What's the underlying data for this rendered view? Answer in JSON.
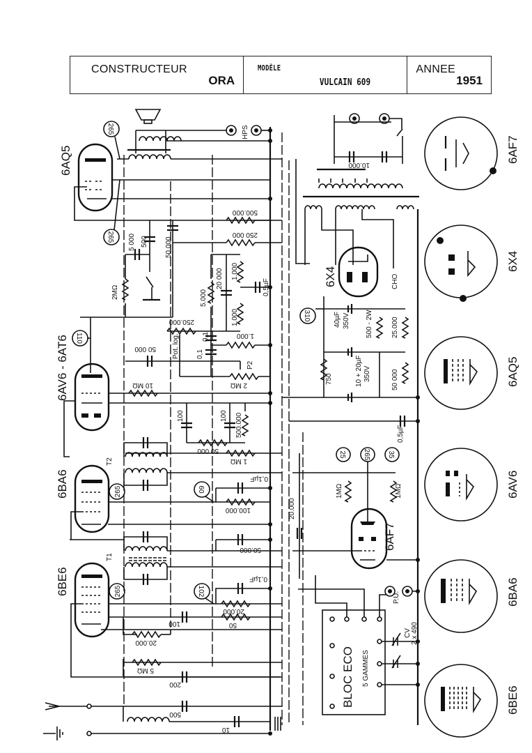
{
  "header": {
    "constructeur_label": "CONSTRUCTEUR",
    "constructeur_value": "ORA",
    "modele_label": "MODÈLE",
    "modele_value": "VULCAIN 609",
    "annee_label": "ANNEE",
    "annee_value": "1951"
  },
  "tubes": {
    "t1": "6AQ5",
    "t2": "6AV6 - 6AT6",
    "t3": "6BA6",
    "t4": "6BE6",
    "t5": "6X4",
    "t6": "6AF7"
  },
  "voltages": {
    "v265a": "265",
    "v265b": "265",
    "v110": "110",
    "v265c": "265",
    "v60": "60",
    "v265d": "265",
    "v102": "102",
    "v310": "310",
    "v25": "25",
    "v265e": "265",
    "v35": "35"
  },
  "components": {
    "r500k": "500.000",
    "r250k": "250 000",
    "c50k": "50.000",
    "c5000": "5 000",
    "c500": "500",
    "r2M": "2MΩ",
    "r5000": "5.000",
    "c20000": "20 000",
    "r1000a": "1.000",
    "r1000b": "1.000",
    "c05a": "0,5µF",
    "pot250k": "250.000",
    "potlog": "Pot. log.",
    "c01a": "0,1",
    "c01b": "0,1",
    "r1000c": "1.000",
    "c50000b": "50 000",
    "p2": "P2",
    "p2val": "2 MΩ",
    "r10M": "10 MΩ",
    "c100a": "100",
    "c100b": "100",
    "r500kb": "500.000",
    "r50000": "50 000",
    "r1M": "1 MΩ",
    "c01uFa": "0,1µF",
    "r100k": "100.000",
    "c50000c": "50.000",
    "c20000b": "20.000",
    "c01uFb": "0,1µF",
    "r20000a": "20.000",
    "c100c": "100",
    "r50": "50",
    "r20000b": "20.000",
    "r5M": "5 MΩ",
    "c200": "200",
    "c500b": "500",
    "c10": "10",
    "c10000": "10.000",
    "c40": "40µF",
    "c40v": "350V",
    "r500_2W": "500 - 2W",
    "r25000": "25.000",
    "r750": "750",
    "c10_20": "10 + 20µF",
    "c10_20v": "350V",
    "r50000b": "50 000",
    "c05b": "0,5µF",
    "r1Ma": "1MΩ",
    "r1Mb": "1MΩ",
    "cho": "CHO",
    "t1name": "T1",
    "t2name": "T2",
    "hps": "HPS",
    "pu": "P.U.",
    "cv": "CV",
    "cv_val": "2 x 490"
  },
  "bloc": {
    "title": "BLOC  ECO",
    "subtitle": "5 GAMMES"
  },
  "bases": [
    "6AF7",
    "6X4",
    "6AQ5",
    "6AV6",
    "6BA6",
    "6BE6"
  ]
}
